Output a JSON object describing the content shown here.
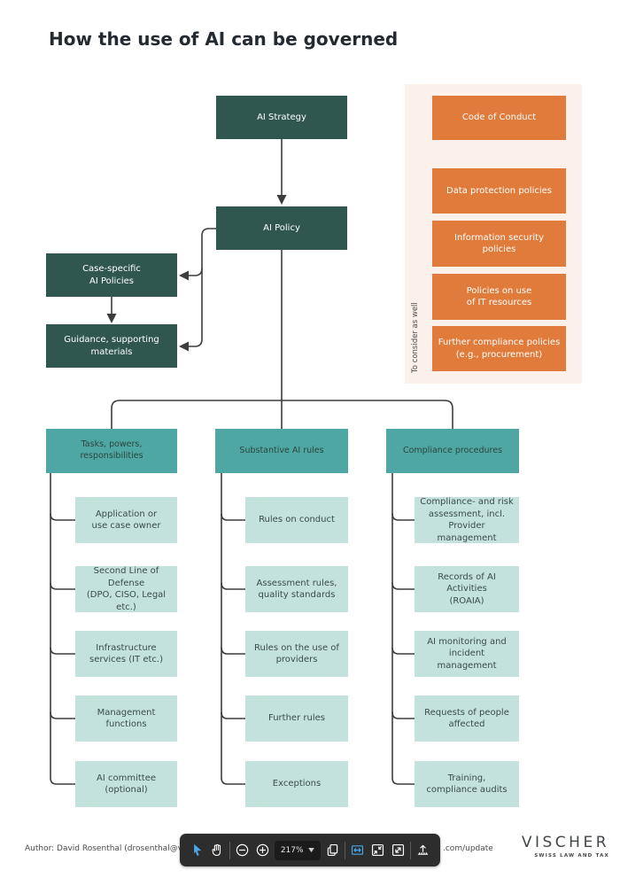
{
  "page": {
    "title": "How the use of AI can be governed"
  },
  "colors": {
    "dark_teal": "#2F5750",
    "teal": "#4FA7A3",
    "light_teal": "#C3E2DE",
    "orange": "#E17B3B",
    "panel_bg": "#FBF1EA",
    "accent_blue": "#47A7EC"
  },
  "diagram": {
    "ai_strategy": "AI Strategy",
    "ai_policy": "AI Policy",
    "case_specific": "Case-specific\nAI Policies",
    "guidance": "Guidance, supporting\nmaterials",
    "side_panel": {
      "label": "To consider as well",
      "items": [
        "Code of Conduct",
        "Data protection policies",
        "Information security\npolicies",
        "Policies on use\nof IT resources",
        "Further compliance policies\n(e.g., procurement)"
      ]
    },
    "columns": [
      {
        "header": "Tasks, powers, responsibilities",
        "items": [
          "Application or\nuse case owner",
          "Second Line of Defense\n(DPO, CISO, Legal etc.)",
          "Infrastructure\nservices (IT etc.)",
          "Management\nfunctions",
          "AI committee\n(optional)"
        ]
      },
      {
        "header": "Substantive AI rules",
        "items": [
          "Rules on conduct",
          "Assessment rules,\nquality standards",
          "Rules on the use of\nproviders",
          "Further rules",
          "Exceptions"
        ]
      },
      {
        "header": "Compliance procedures",
        "items": [
          "Compliance- and risk\nassessment, incl.\nProvider management",
          "Records of AI Activities\n(ROAIA)",
          "AI monitoring and\nincident management",
          "Requests of people\naffected",
          "Training,\ncompliance audits"
        ]
      }
    ]
  },
  "toolbar": {
    "zoom_level": "217%",
    "icons": [
      "cursor",
      "hand",
      "zoom-out",
      "zoom-in",
      "zoom-level-dropdown",
      "copy",
      "fit-width",
      "fit-page",
      "fullscreen",
      "upload"
    ]
  },
  "footer": {
    "author_left": "Author: David Rosenthal (drosenthal@vischer.c",
    "author_right": ".com/update",
    "logo_name": "VISCHER",
    "logo_tagline": "SWISS LAW AND TAX"
  }
}
